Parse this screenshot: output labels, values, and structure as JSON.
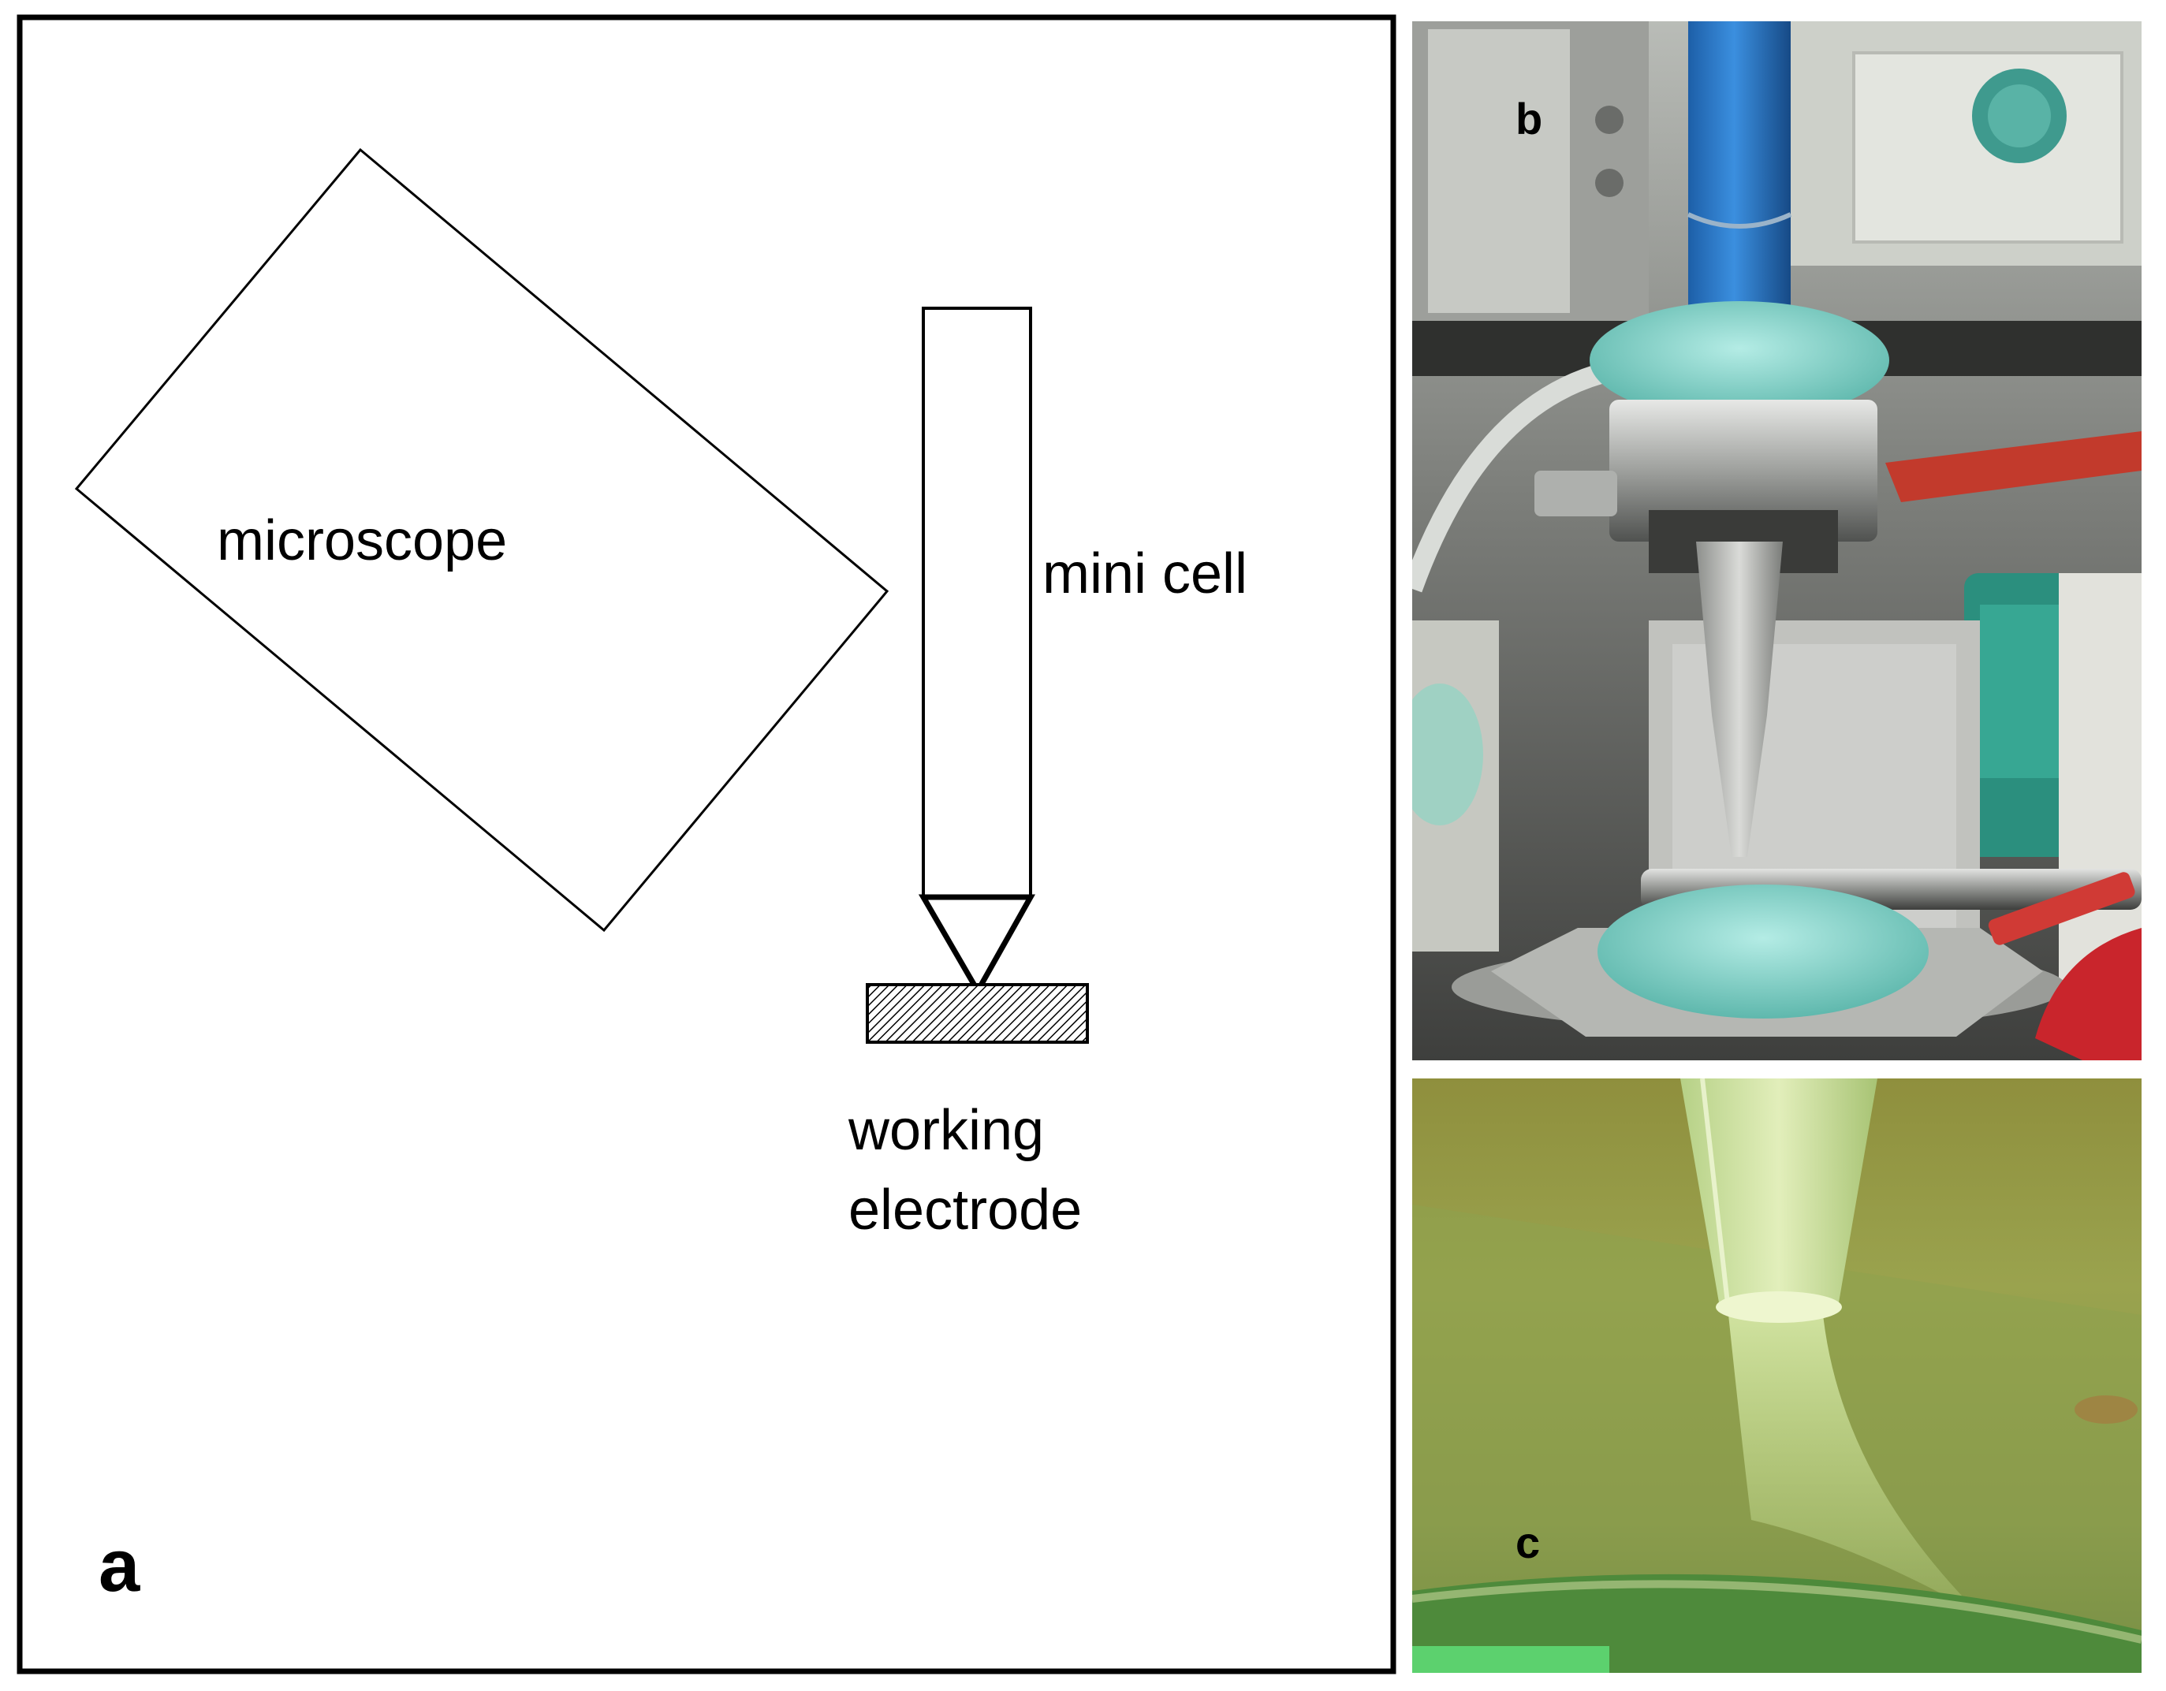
{
  "panel_a": {
    "label": "a",
    "microscope_label": "microscope",
    "mini_cell_label": "mini cell",
    "electrode_label_line1": "working",
    "electrode_label_line2": "electrode"
  },
  "panel_b": {
    "label": "b"
  },
  "panel_c": {
    "label": "c"
  }
}
